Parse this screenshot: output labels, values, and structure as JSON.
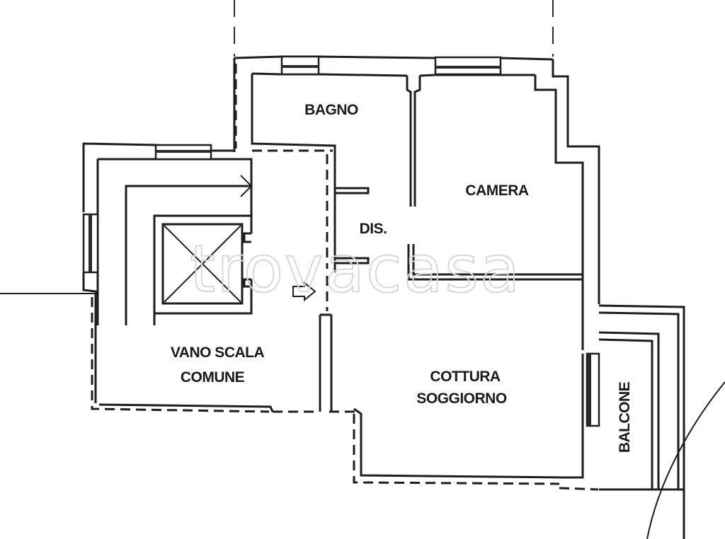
{
  "plan": {
    "type": "floor-plan",
    "rooms": [
      {
        "id": "bagno",
        "label": "BAGNO"
      },
      {
        "id": "camera",
        "label": "CAMERA"
      },
      {
        "id": "disimpegno",
        "label": "DIS."
      },
      {
        "id": "vano-scala",
        "label_line1": "VANO SCALA",
        "label_line2": "COMUNE"
      },
      {
        "id": "cottura-soggiorno",
        "label_line1": "COTTURA",
        "label_line2": "SOGGIORNO"
      },
      {
        "id": "balcone",
        "label": "BALCONE"
      }
    ],
    "watermark": "trovacasa",
    "colors": {
      "line": "#1e1e1e",
      "background": "#ffffff",
      "watermark": "#d8d8d8"
    }
  }
}
